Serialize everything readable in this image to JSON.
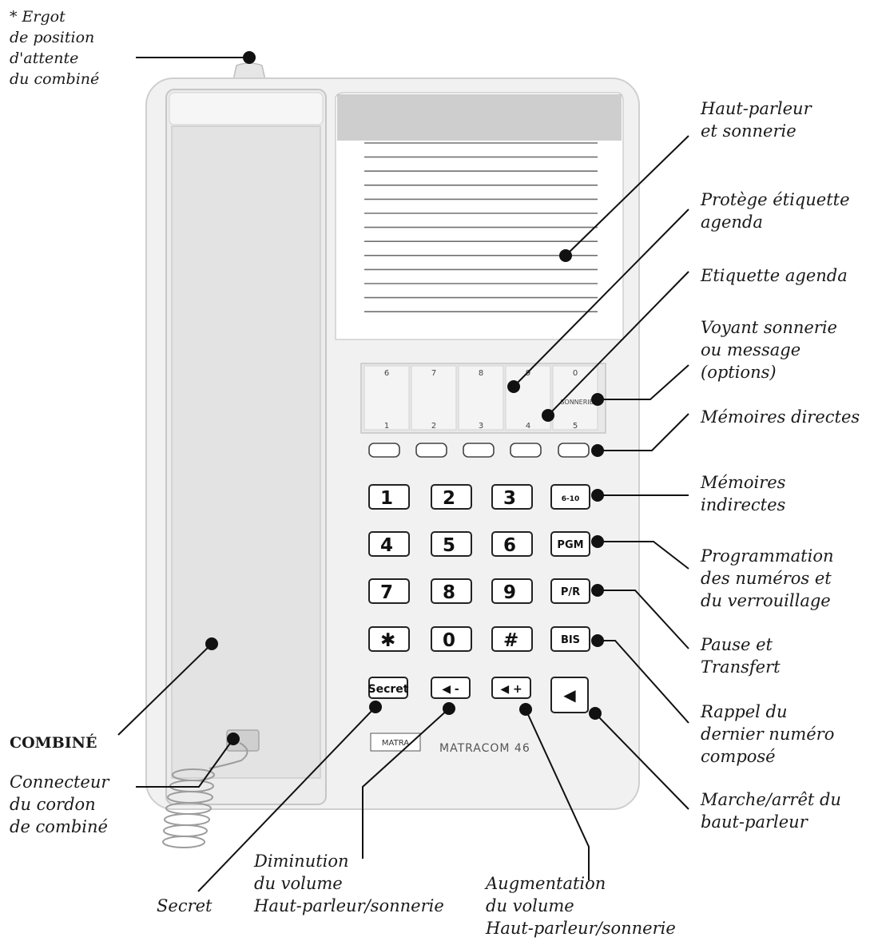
{
  "labels": {
    "ergot": [
      "* Ergot",
      "de position",
      "d'attente",
      "du combiné"
    ],
    "haut_parleur": [
      "Haut-parleur",
      "et sonnerie"
    ],
    "protege": [
      "Protège étiquette",
      "agenda"
    ],
    "etiquette": [
      "Etiquette agenda"
    ],
    "voyant": [
      "Voyant sonnerie",
      "ou message",
      "(options)"
    ],
    "mem_directes": [
      "Mémoires directes"
    ],
    "mem_indirectes": [
      "Mémoires",
      "indirectes"
    ],
    "programmation": [
      "Programmation",
      "des numéros et",
      "du verrouillage"
    ],
    "pause": [
      "Pause et",
      "Transfert"
    ],
    "rappel": [
      "Rappel du",
      "dernier numéro",
      "composé"
    ],
    "marche": [
      "Marche/arrêt du",
      "baut-parleur"
    ],
    "combine": [
      "COMBINÉ"
    ],
    "connecteur": [
      "Connecteur",
      "du cordon",
      "de combiné"
    ],
    "secret": [
      "Secret"
    ],
    "diminution": [
      "Diminution",
      "du volume",
      "Haut-parleur/sonnerie"
    ],
    "augmentation": [
      "Augmentation",
      "du volume",
      "Haut-parleur/sonnerie"
    ]
  },
  "phone": {
    "keys": [
      [
        "1",
        "2",
        "3"
      ],
      [
        "4",
        "5",
        "6"
      ],
      [
        "7",
        "8",
        "9"
      ],
      [
        "✱",
        "0",
        "#"
      ]
    ],
    "func_keys": [
      "6-10",
      "PGM",
      "P/R",
      "BIS"
    ],
    "bottom_keys": [
      "Secret",
      "◀ -",
      "◀ +",
      "◀"
    ],
    "memory_top": [
      "6",
      "7",
      "8",
      "9",
      "0"
    ],
    "memory_bottom": [
      "1",
      "2",
      "3",
      "4",
      "5"
    ],
    "sonnerie_text": "SONNERIE",
    "brand_logo": "MATRA",
    "model": "MATRACOM 46"
  }
}
